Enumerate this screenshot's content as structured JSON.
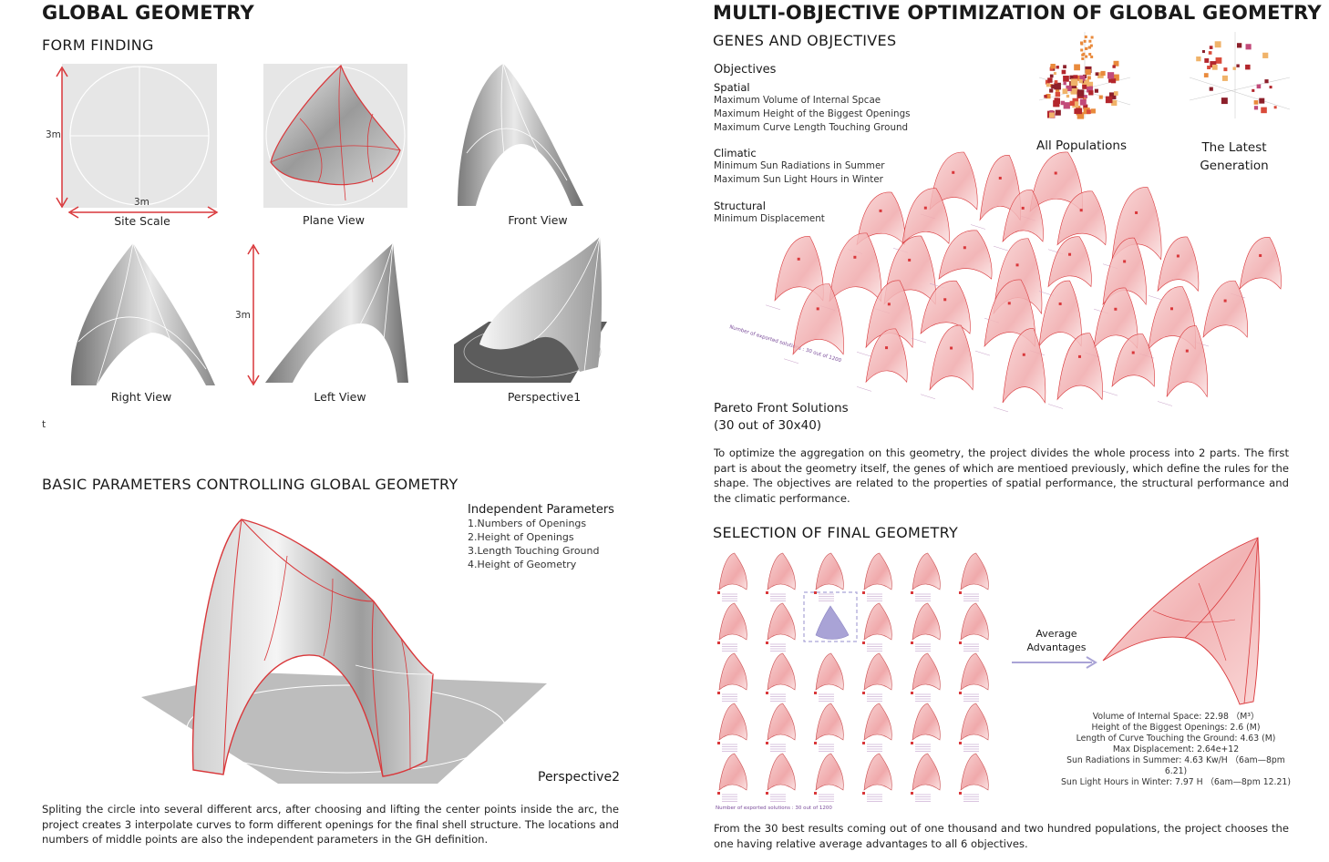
{
  "left": {
    "title": "GLOBAL GEOMETRY",
    "form_finding": {
      "heading": "FORM FINDING",
      "dim_3m_vertical": "3m",
      "dim_3m_horizontal": "3m",
      "dim_3m_left_view": "3m",
      "captions": {
        "site_scale": "Site Scale",
        "plane_view": "Plane View",
        "front_view": "Front View",
        "right_view": "Right View",
        "left_view": "Left View",
        "perspective1": "Perspective1"
      },
      "stray_mark": "t"
    },
    "basic_parameters": {
      "heading": "BASIC PARAMETERS CONTROLLING GLOBAL GEOMETRY",
      "independent_title": "Independent Parameters",
      "items": [
        "1.Numbers of Openings",
        "2.Height of Openings",
        "3.Length Touching Ground",
        "4.Height of Geometry"
      ],
      "perspective_label": "Perspective2",
      "description": "Spliting the circle into several different arcs, after choosing and lifting the center points inside the arc, the project creates 3 interpolate curves to form different openings for the final shell structure. The locations and numbers of middle points are also the independent parameters in the GH definition."
    }
  },
  "right": {
    "title": "MULTI-OBJECTIVE OPTIMIZATION OF GLOBAL GEOMETRY",
    "genes": {
      "heading": "GENES AND OBJECTIVES",
      "objectives_label": "Objectives",
      "groups": [
        {
          "name": "Spatial",
          "items": [
            "Maximum Volume of Internal Spcae",
            "Maximum Height of the Biggest Openings",
            "Maximum Curve Length Touching Ground"
          ]
        },
        {
          "name": "Climatic",
          "items": [
            "Minimum Sun Radiations in Summer",
            "Maximum Sun Light Hours in Winter"
          ]
        },
        {
          "name": "Structural",
          "items": [
            "Minimum Displacement"
          ]
        }
      ],
      "all_populations": "All Populations",
      "latest_generation_1": "The Latest",
      "latest_generation_2": "Generation",
      "pareto_1": "Pareto Front Solutions",
      "pareto_2": "(30 out of 30x40)",
      "pareto_axis_note": "Number of exported solutions : 30 out of 1200",
      "description": "To optimize the aggregation on this geometry, the project divides the whole process into 2 parts. The first part is about the geometry itself, the genes of which are mentioed previously, which define the rules for the shape. The objectives are related to the properties of spatial performance, the structural performance and the climatic performance."
    },
    "selection": {
      "heading": "SELECTION OF FINAL GEOMETRY",
      "grid_note": "Number of exported solutions : 30 out of 1200",
      "arrow_label_1": "Average",
      "arrow_label_2": "Advantages",
      "specs": [
        "Volume of Internal Space: 22.98 （M³）",
        "Height of the Biggest Openings: 2.6 (M)",
        "Length of Curve Touching the Ground: 4.63 (M)",
        "Max Displacement: 2.64e+12",
        "Sun Radiations in Summer: 4.63 Kw/H （6am—8pm 6.21)",
        "Sun Light Hours in Winter: 7.97 H （6am—8pm 12.21)"
      ],
      "description": "From the 30 best results coming out of one thousand and two hundred populations, the project chooses the one having relative average advantages to all 6 objectives."
    }
  },
  "colors": {
    "accent_red": "#d9373a",
    "shell_pink": "#f3b6b6",
    "grey_panel": "#e6e6e6",
    "lavender": "#a9a3d6"
  }
}
